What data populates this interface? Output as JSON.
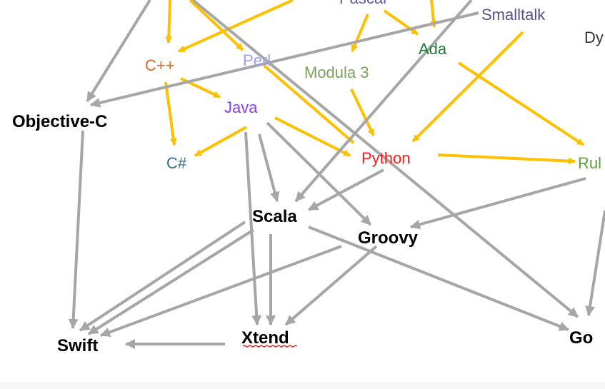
{
  "nodes": {
    "pascal": {
      "label": "Pascal",
      "color": "#5B5EA6"
    },
    "smalltalk": {
      "label": "Smalltalk",
      "color": "#5A4E8C"
    },
    "dylan": {
      "label": "Dy",
      "color": "#333333"
    },
    "cpp": {
      "label": "C++",
      "color": "#D86A1E"
    },
    "perl": {
      "label": "Perl",
      "color": "#9C9CF0"
    },
    "ada": {
      "label": "Ada",
      "color": "#1E7B34"
    },
    "modula3": {
      "label": "Modula 3",
      "color": "#7FA05A"
    },
    "objc": {
      "label": "Objective-C",
      "color": "#000000"
    },
    "java": {
      "label": "Java",
      "color": "#8A3CF0"
    },
    "csharp": {
      "label": "C#",
      "color": "#2F6F8F"
    },
    "python": {
      "label": "Python",
      "color": "#FF1A1A"
    },
    "ruby": {
      "label": "Rul",
      "color": "#5E9E3E"
    },
    "scala": {
      "label": "Scala",
      "color": "#000000"
    },
    "groovy": {
      "label": "Groovy",
      "color": "#000000"
    },
    "swift": {
      "label": "Swift",
      "color": "#000000"
    },
    "xtend": {
      "label": "Xtend",
      "color": "#000000"
    },
    "go": {
      "label": "Go",
      "color": "#000000"
    }
  },
  "edge_colors": {
    "lineage": "#FFC000",
    "influence": "#A6A6A6"
  }
}
